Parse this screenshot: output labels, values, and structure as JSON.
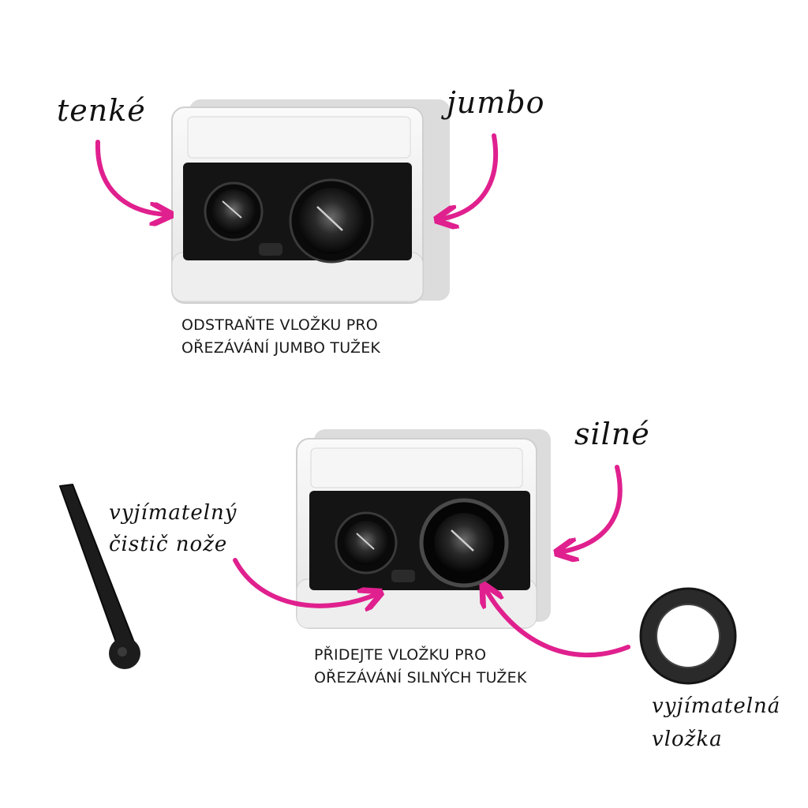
{
  "labels": {
    "thin": "tenké",
    "jumbo": "jumbo",
    "thick": "silné",
    "cleaner_line1": "vyjímatelný",
    "cleaner_line2": "čistič nože",
    "insert_line1": "vyjímatelná",
    "insert_line2": "vložka"
  },
  "captions": {
    "top_line1": "ODSTRAŇTE VLOŽKU PRO",
    "top_line2": "OŘEZÁVÁNÍ JUMBO TUŽEK",
    "bottom_line1": "PŘIDEJTE VLOŽKU PRO",
    "bottom_line2": "OŘEZÁVÁNÍ SILNÝCH TUŽEK"
  },
  "colors": {
    "arrow": "#e0208e",
    "body_clear": "#f1f1f1",
    "body_dark": "#141414",
    "shadow": "#d9d9d9"
  }
}
